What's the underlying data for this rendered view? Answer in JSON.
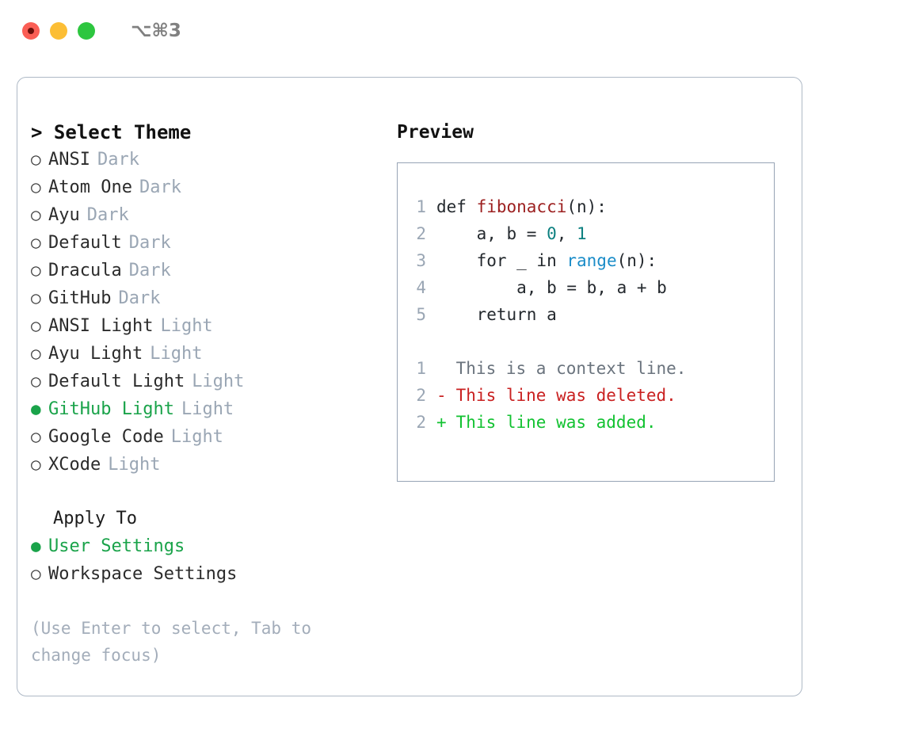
{
  "titlebar": {
    "shortcut": "⌥⌘3",
    "buttons": [
      "close",
      "minimize",
      "maximize"
    ]
  },
  "theme_selector": {
    "heading": "> Select Theme",
    "caret": ">",
    "heading_text": "Select Theme",
    "bullet_empty": "○",
    "bullet_filled": "●",
    "options": [
      {
        "label": "ANSI",
        "kind": "Dark",
        "selected": false
      },
      {
        "label": "Atom One",
        "kind": "Dark",
        "selected": false
      },
      {
        "label": "Ayu",
        "kind": "Dark",
        "selected": false
      },
      {
        "label": "Default",
        "kind": "Dark",
        "selected": false
      },
      {
        "label": "Dracula",
        "kind": "Dark",
        "selected": false
      },
      {
        "label": "GitHub",
        "kind": "Dark",
        "selected": false
      },
      {
        "label": "ANSI Light",
        "kind": "Light",
        "selected": false
      },
      {
        "label": "Ayu Light",
        "kind": "Light",
        "selected": false
      },
      {
        "label": "Default Light",
        "kind": "Light",
        "selected": false
      },
      {
        "label": "GitHub Light",
        "kind": "Light",
        "selected": true
      },
      {
        "label": "Google Code",
        "kind": "Light",
        "selected": false
      },
      {
        "label": "XCode",
        "kind": "Light",
        "selected": false
      }
    ]
  },
  "apply_to": {
    "heading": "Apply To",
    "options": [
      {
        "label": "User Settings",
        "selected": true
      },
      {
        "label": "Workspace Settings",
        "selected": false
      }
    ]
  },
  "hint": "(Use Enter to select, Tab to change focus)",
  "preview": {
    "title": "Preview",
    "code_lines": [
      {
        "number": "1",
        "tokens": [
          {
            "text": "def ",
            "type": "plain"
          },
          {
            "text": "fibonacci",
            "type": "function"
          },
          {
            "text": "(n):",
            "type": "plain"
          }
        ]
      },
      {
        "number": "2",
        "tokens": [
          {
            "text": "    a, b = ",
            "type": "plain"
          },
          {
            "text": "0",
            "type": "number"
          },
          {
            "text": ", ",
            "type": "plain"
          },
          {
            "text": "1",
            "type": "number"
          }
        ]
      },
      {
        "number": "3",
        "tokens": [
          {
            "text": "    for _ in ",
            "type": "plain"
          },
          {
            "text": "range",
            "type": "call"
          },
          {
            "text": "(n):",
            "type": "plain"
          }
        ]
      },
      {
        "number": "4",
        "tokens": [
          {
            "text": "        a, b = b, a + b",
            "type": "plain"
          }
        ]
      },
      {
        "number": "5",
        "tokens": [
          {
            "text": "    return a",
            "type": "plain"
          }
        ]
      }
    ],
    "diff_lines": [
      {
        "number": "1",
        "mark": " ",
        "text": " This is a context line.",
        "type": "context"
      },
      {
        "number": "2",
        "mark": "-",
        "text": " This line was deleted.",
        "type": "deleted"
      },
      {
        "number": "2",
        "mark": "+",
        "text": " This line was added.",
        "type": "added"
      }
    ]
  },
  "colors": {
    "accent_green": "#1aa34a",
    "muted": "#9aa6b4",
    "function_red": "#9c2020",
    "number_teal": "#0d8080",
    "call_blue": "#1a8cc8",
    "diff_add": "#12c231",
    "diff_del": "#c92020",
    "border": "#aeb9c6"
  }
}
